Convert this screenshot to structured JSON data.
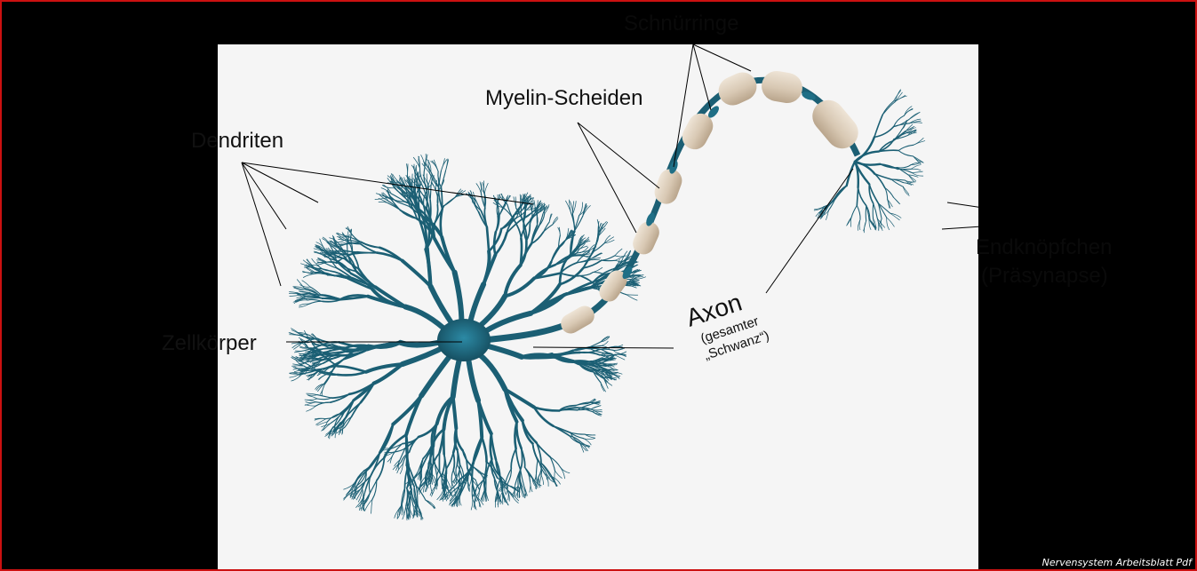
{
  "labels": {
    "dendriten": "Dendriten",
    "zellkoerper": "Zellkörper",
    "myelin": "Myelin-Scheiden",
    "schnuerringe": "Schnürringe",
    "axon": "Axon",
    "axon_note_1": "(gesamter",
    "axon_note_2": "„Schwanz“)",
    "endknoepfchen": "Endknöpfchen",
    "praesynapse": "(Präsynapse)"
  },
  "caption": "Nervensystem Arbeitsblatt Pdf",
  "colors": {
    "neuron": "#1b5f74",
    "myelin": "#ddd0bf",
    "node": "#1f6f86",
    "panel": "#f5f5f5",
    "frame": "#cc1111"
  }
}
